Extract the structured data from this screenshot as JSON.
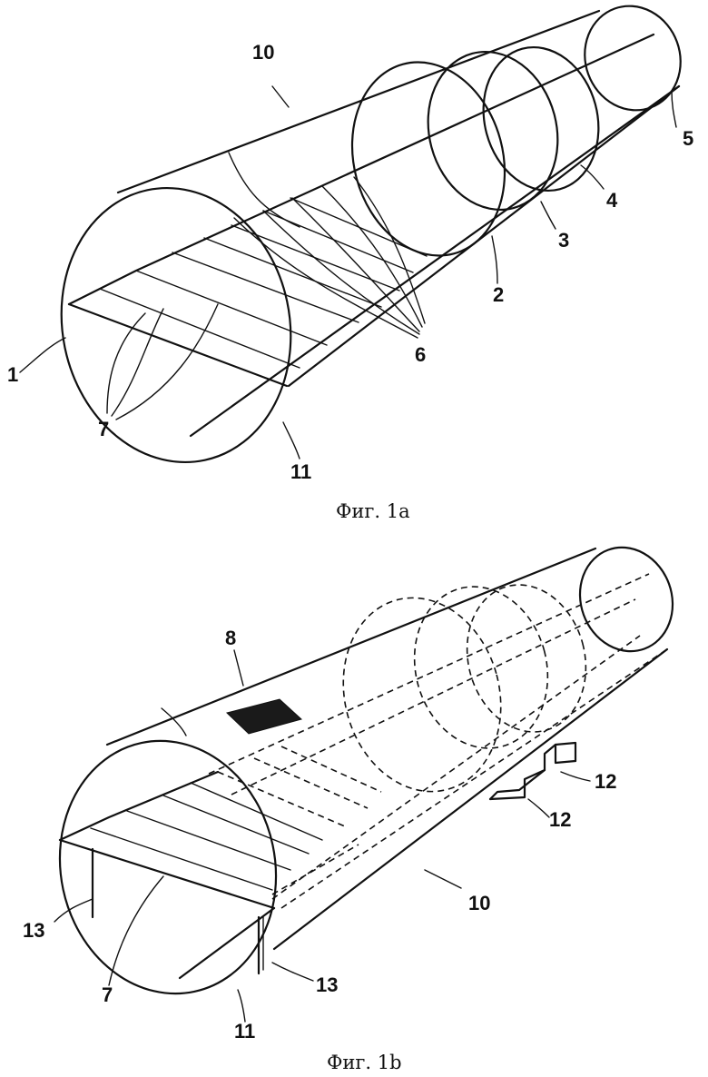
{
  "figures": [
    {
      "caption": "Фиг. 1a",
      "labels": [
        "10",
        "1",
        "2",
        "3",
        "4",
        "5",
        "6",
        "7",
        "11"
      ]
    },
    {
      "caption": "Фиг. 1b",
      "labels": [
        "8",
        "10",
        "12",
        "12",
        "13",
        "13",
        "7",
        "11"
      ]
    }
  ]
}
